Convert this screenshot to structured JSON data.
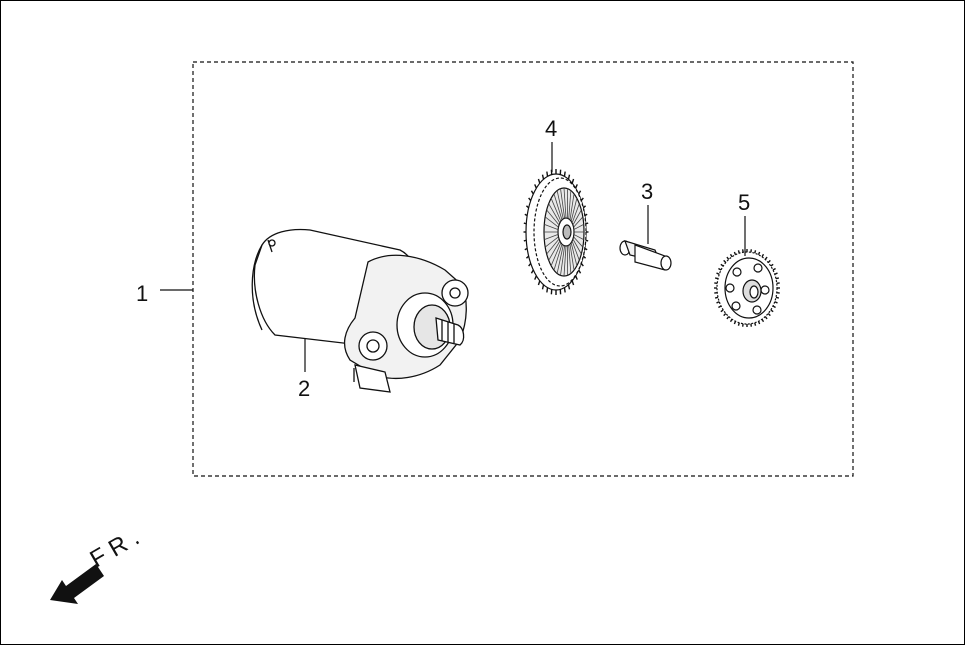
{
  "diagram": {
    "callouts": [
      {
        "id": "1",
        "label": "1"
      },
      {
        "id": "2",
        "label": "2"
      },
      {
        "id": "3",
        "label": "3"
      },
      {
        "id": "4",
        "label": "4"
      },
      {
        "id": "5",
        "label": "5"
      }
    ],
    "front_marker": {
      "text": "F R .",
      "icon": "front-direction-arrow-icon"
    },
    "colors": {
      "line": "#111111",
      "fill": "#ffffff",
      "shade": "#cfcfcf"
    }
  }
}
